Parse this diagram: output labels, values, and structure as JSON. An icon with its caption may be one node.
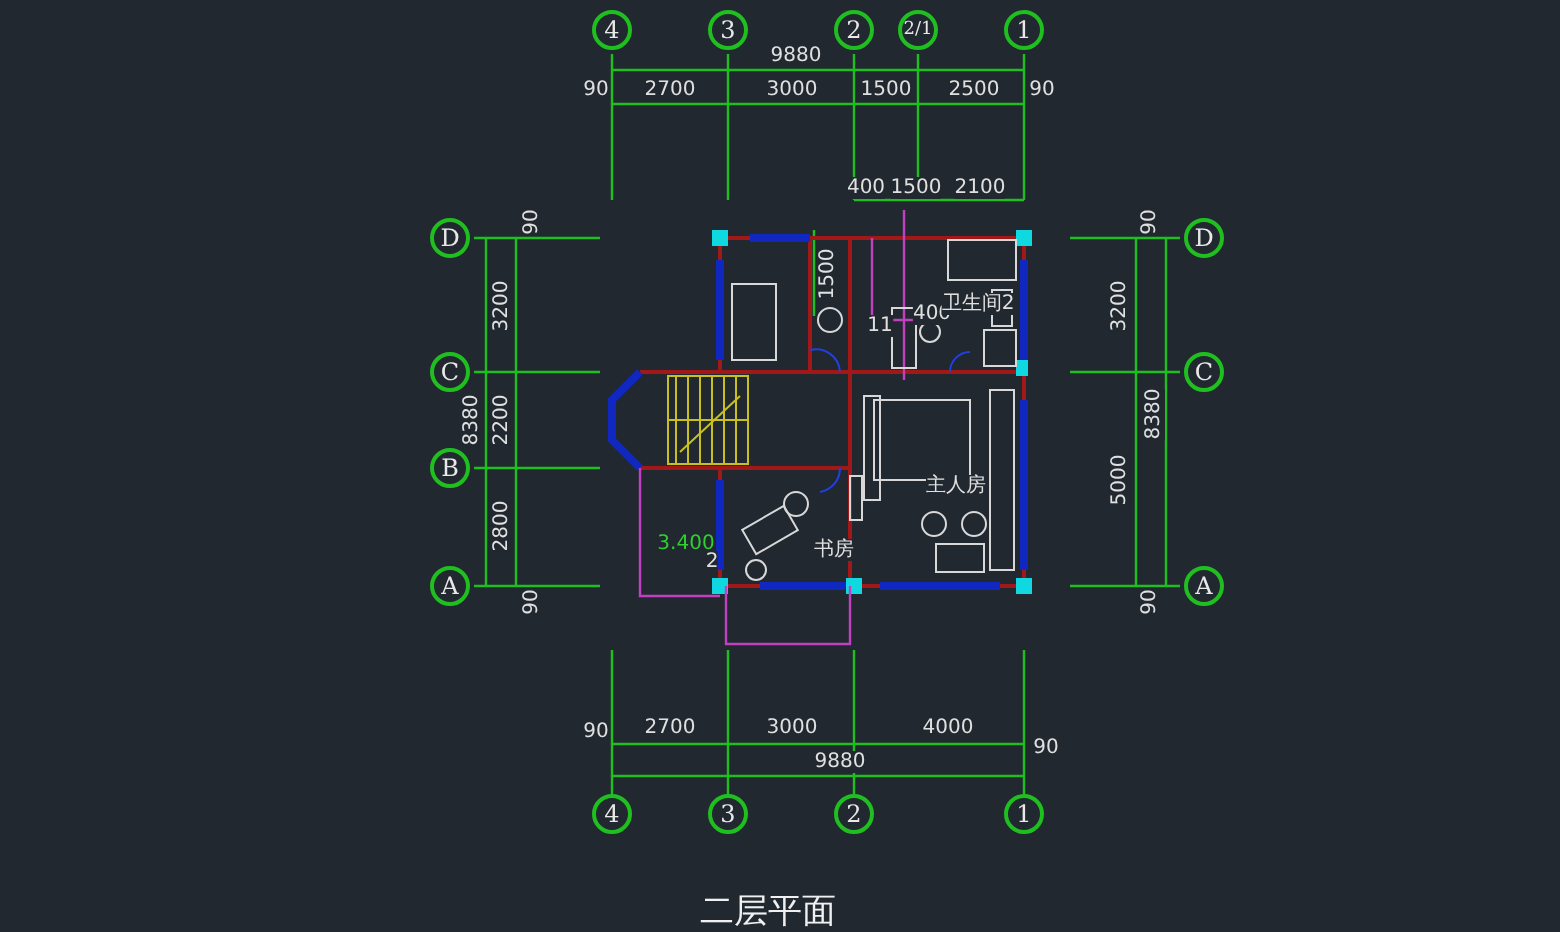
{
  "diagram": {
    "title": "二层平面",
    "nodes": [
      {
        "text": [
          "4"
        ]
      },
      {
        "text": [
          "3"
        ]
      },
      {
        "text": [
          "2"
        ]
      },
      {
        "text": [
          "2/1"
        ]
      },
      {
        "text": [
          "1"
        ]
      },
      {
        "text": [
          "D"
        ]
      },
      {
        "text": [
          "C"
        ]
      },
      {
        "text": [
          "B"
        ]
      },
      {
        "text": [
          "A"
        ]
      },
      {
        "text": [
          "D"
        ]
      },
      {
        "text": [
          "C"
        ]
      },
      {
        "text": [
          "A"
        ]
      },
      {
        "text": [
          "4"
        ]
      },
      {
        "text": [
          "3"
        ]
      },
      {
        "text": [
          "2"
        ]
      },
      {
        "text": [
          "1"
        ]
      }
    ],
    "edges": [],
    "labels": [
      "9880",
      "90",
      "2700",
      "3000",
      "1500",
      "2500",
      "90",
      "400",
      "1500",
      "2100",
      "90",
      "3200",
      "8380",
      "2200",
      "2800",
      "90",
      "90",
      "3200",
      "8380",
      "5000",
      "90",
      "1500",
      "11",
      "400",
      "卫生间2",
      "主人房",
      "3.400",
      "2",
      "书房",
      "90",
      "2700",
      "3000",
      "4000",
      "90",
      "9880"
    ]
  }
}
